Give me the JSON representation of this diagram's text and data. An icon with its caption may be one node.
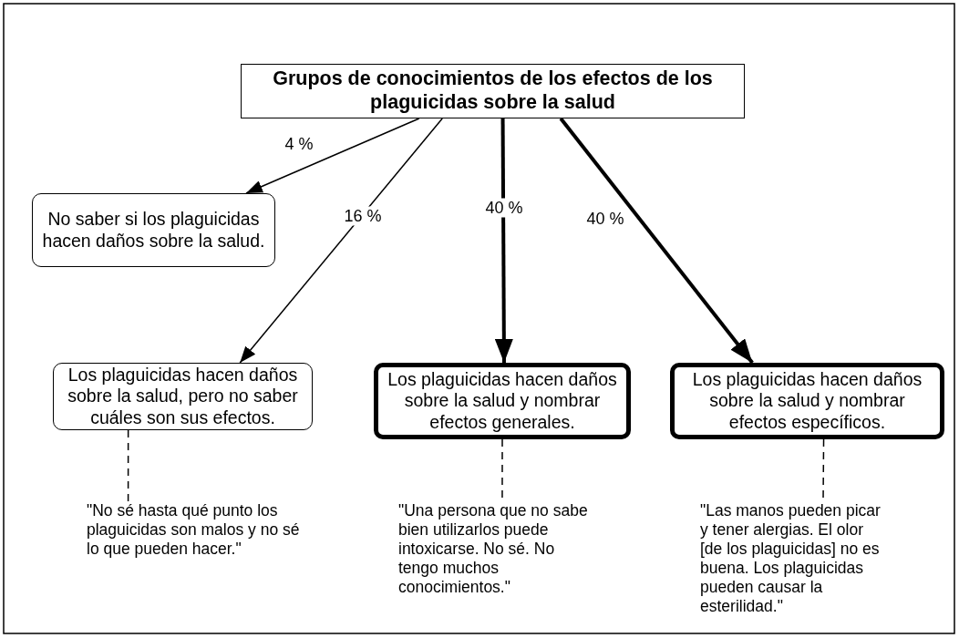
{
  "diagram": {
    "nodes": [
      {
        "text": [
          "Grupos de conocimientos de los efectos de los plaguicidas sobre la salud"
        ]
      },
      {
        "text": [
          "No saber si los plaguicidas hacen daños sobre la salud."
        ]
      },
      {
        "text": [
          "Los plaguicidas hacen daños sobre la salud, pero no saber cuáles son sus efectos."
        ]
      },
      {
        "text": [
          "Los plaguicidas hacen daños sobre la salud y nombrar efectos generales."
        ]
      },
      {
        "text": [
          "Los plaguicidas hacen daños sobre la salud y nombrar efectos específicos."
        ]
      },
      {
        "text": [
          "\"No sé hasta qué punto los plaguicidas son malos y no sé lo que pueden hacer.\""
        ]
      },
      {
        "text": [
          "\"Una persona que no sabe bien utilizarlos puede intoxicarse. No sé. No tengo muchos conocimientos.\""
        ]
      },
      {
        "text": [
          "\"Las manos pueden picar y tener alergias. El olor [de los plaguicidas] no es buena. Los plaguicidas pueden causar la esterilidad.\""
        ]
      }
    ],
    "edges": [
      {
        "from": 0,
        "to": 1,
        "arrow": "to",
        "label": "4 %"
      },
      {
        "from": 0,
        "to": 2,
        "arrow": "to",
        "label": "16 %"
      },
      {
        "from": 0,
        "to": 3,
        "arrow": "to",
        "label": "40 %",
        "style": "thick"
      },
      {
        "from": 0,
        "to": 4,
        "arrow": "to",
        "label": "40 %",
        "style": "thick"
      },
      {
        "from": 2,
        "to": 5,
        "arrow": "none",
        "style": "dashed"
      },
      {
        "from": 3,
        "to": 6,
        "arrow": "none",
        "style": "dashed"
      },
      {
        "from": 4,
        "to": 7,
        "arrow": "none",
        "style": "dashed"
      }
    ]
  }
}
